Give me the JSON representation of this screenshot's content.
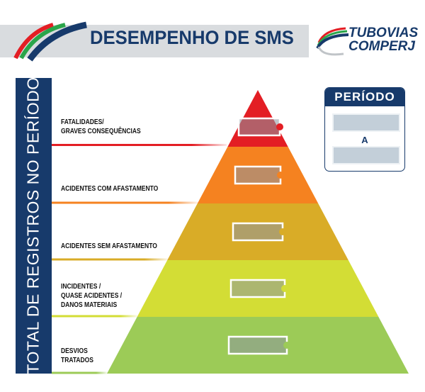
{
  "header": {
    "title": "DESEMPENHO DE SMS",
    "logo_line1": "TUBOVIAS",
    "logo_line2": "COMPERJ"
  },
  "side_title": "TOTAL DE REGISTROS NO PERÍODO",
  "levels": [
    {
      "label_lines": [
        "FATALIDADES/",
        "GRAVES CONSEQUÊNCIAS"
      ],
      "color": "#e31e24"
    },
    {
      "label_lines": [
        "ACIDENTES COM AFASTAMENTO"
      ],
      "color": "#f58220"
    },
    {
      "label_lines": [
        "ACIDENTES SEM AFASTAMENTO"
      ],
      "color": "#d9ac27"
    },
    {
      "label_lines": [
        "INCIDENTES /",
        "QUASE ACIDENTES /",
        "DANOS MATERIAIS"
      ],
      "color": "#d3dd35"
    },
    {
      "label_lines": [
        "DESVIOS",
        "TRATADOS"
      ],
      "color": "#9ccb57"
    }
  ],
  "period": {
    "title": "PERÍODO",
    "separator": "A"
  }
}
